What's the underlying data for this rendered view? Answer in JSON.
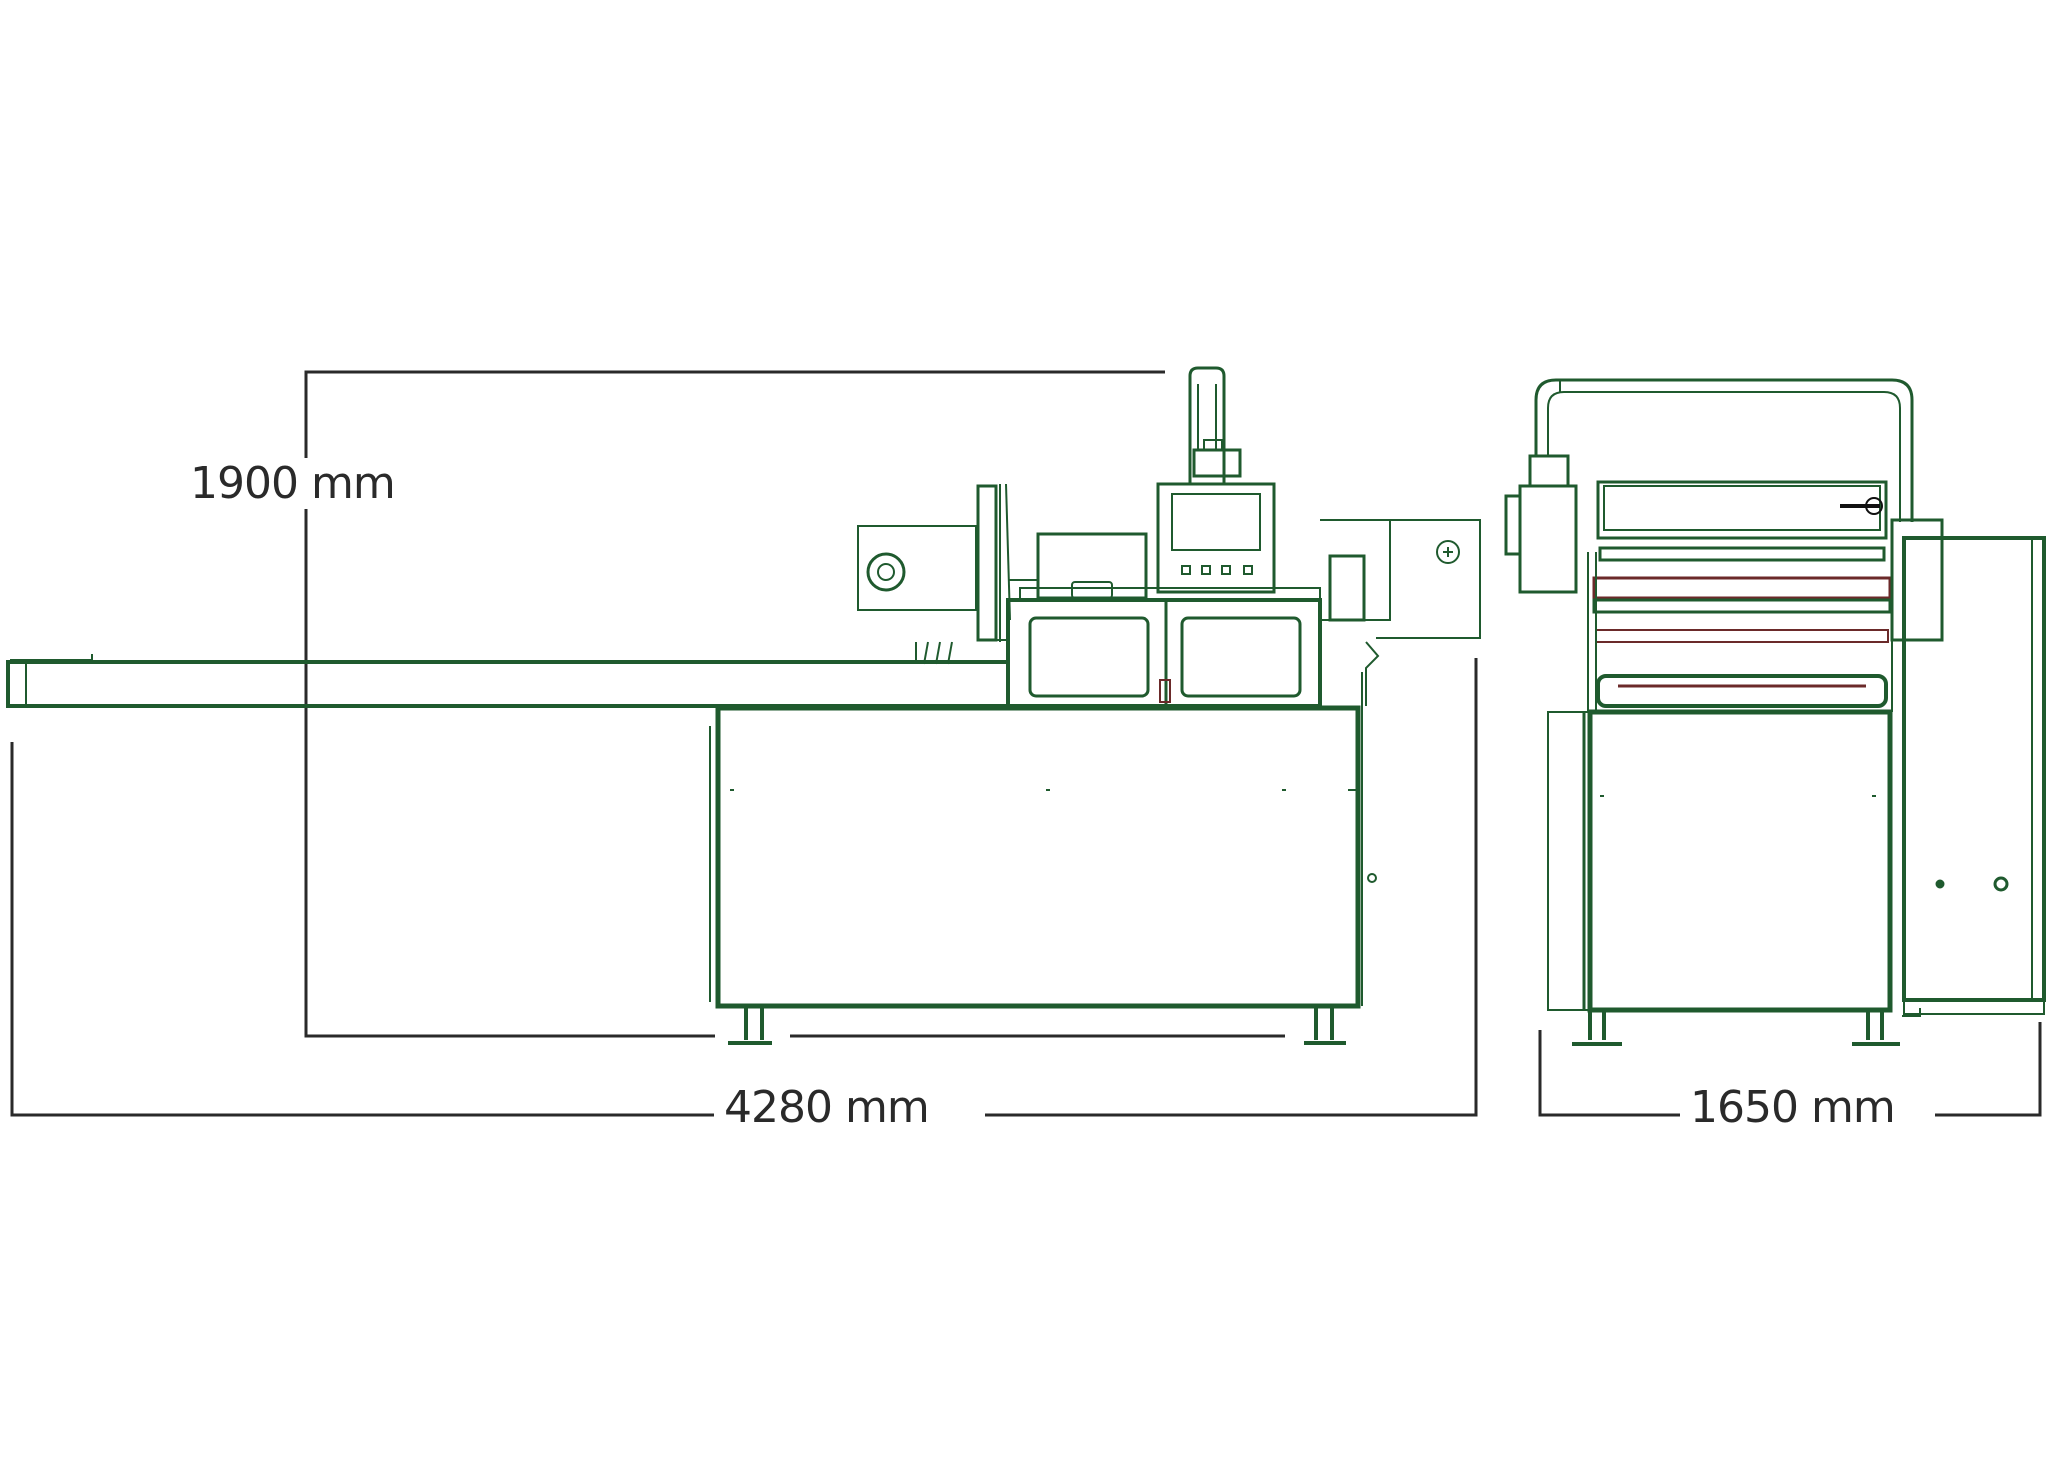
{
  "dimensions": {
    "height": "1900 mm",
    "length": "4280 mm",
    "width": "1650 mm"
  },
  "colors": {
    "outline": "#1f5a2e",
    "dimension_line": "#2a2a2a",
    "accent_red": "#6b2a2a",
    "background": "#ffffff"
  }
}
